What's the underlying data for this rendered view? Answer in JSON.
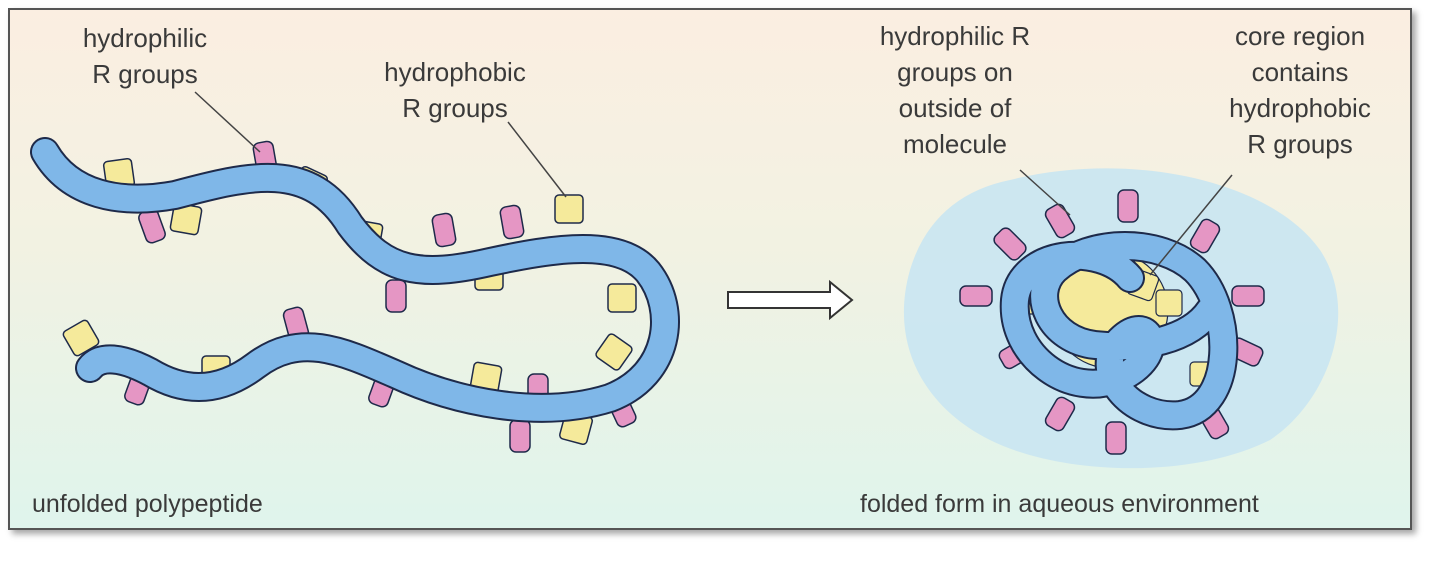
{
  "labels": {
    "hydrophilic_left": [
      "hydrophilic",
      "R groups"
    ],
    "hydrophobic_left": [
      "hydrophobic",
      "R groups"
    ],
    "hydrophilic_right": [
      "hydrophilic R",
      "groups on",
      "outside of",
      "molecule"
    ],
    "core_right": [
      "core region",
      "contains",
      "hydrophobic",
      "R groups"
    ]
  },
  "captions": {
    "unfolded": "unfolded polypeptide",
    "folded": "folded form in aqueous environment"
  },
  "icons": {
    "arrow": "right-arrow-icon"
  },
  "colors": {
    "chain": "#7fb7e8",
    "chain_outline": "#1e2a4a",
    "hydrophilic": "#e596c4",
    "hydrophobic": "#f5ea9b",
    "aqueous": "#c9e6f2"
  }
}
